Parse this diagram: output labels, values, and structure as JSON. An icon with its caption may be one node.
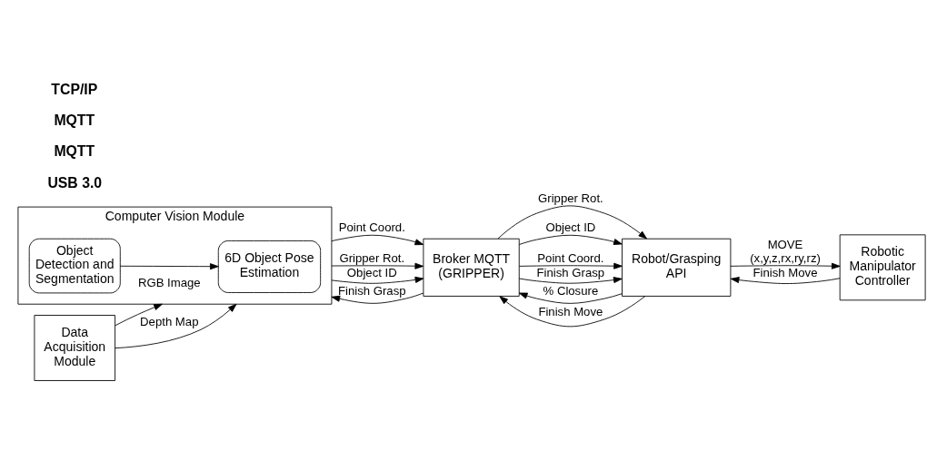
{
  "diagram": {
    "nodes": [
      {
        "text": [
          "Computer Vision Module"
        ]
      },
      {
        "text": [
          "6D Object Pose Estimation"
        ],
        "in": 0
      },
      {
        "text": [
          "Object Detection and Segmentation"
        ],
        "in": 0
      },
      {
        "text": [
          "Data Acquisition Module"
        ]
      },
      {
        "text": [
          "Broker MQTT",
          "(GRIPPER)"
        ]
      },
      {
        "text": [
          "Robot/Grasping API"
        ]
      },
      {
        "text": [
          "Robotic Manipulator Controller"
        ]
      }
    ],
    "edges": [
      {
        "from": 2,
        "to": 1,
        "arrow": "to"
      },
      {
        "from": 3,
        "to": 0,
        "arrow": "to",
        "label": "RGB Image"
      },
      {
        "from": 3,
        "to": 0,
        "arrow": "to",
        "label": "Depth Map"
      },
      {
        "from": 0,
        "to": 4,
        "arrow": "to",
        "label": "Point Coord."
      },
      {
        "from": 0,
        "to": 4,
        "arrow": "to",
        "label": "Gripper Rot."
      },
      {
        "from": 0,
        "to": 4,
        "arrow": "to",
        "label": "Object ID"
      },
      {
        "from": 4,
        "to": 0,
        "arrow": "to",
        "label": "Finish Grasp"
      },
      {
        "from": 4,
        "to": 5,
        "arrow": "to",
        "label": "Gripper Rot."
      },
      {
        "from": 4,
        "to": 5,
        "arrow": "to",
        "label": "Object ID"
      },
      {
        "from": 4,
        "to": 5,
        "arrow": "to",
        "label": "Point Coord."
      },
      {
        "from": 4,
        "to": 5,
        "arrow": "to",
        "label": "Finish Grasp"
      },
      {
        "from": 5,
        "to": 4,
        "arrow": "to",
        "label": "% Closure"
      },
      {
        "from": 5,
        "to": 4,
        "arrow": "to",
        "label": "Finish Move"
      },
      {
        "from": 5,
        "to": 6,
        "arrow": "to",
        "label": "MOVE (x,y,z,rx,ry,rz)"
      },
      {
        "from": 6,
        "to": 5,
        "arrow": "to",
        "label": "Finish Move"
      }
    ],
    "labels": [
      "USB 3.0",
      "MQTT",
      "MQTT",
      "TCP/IP"
    ]
  }
}
